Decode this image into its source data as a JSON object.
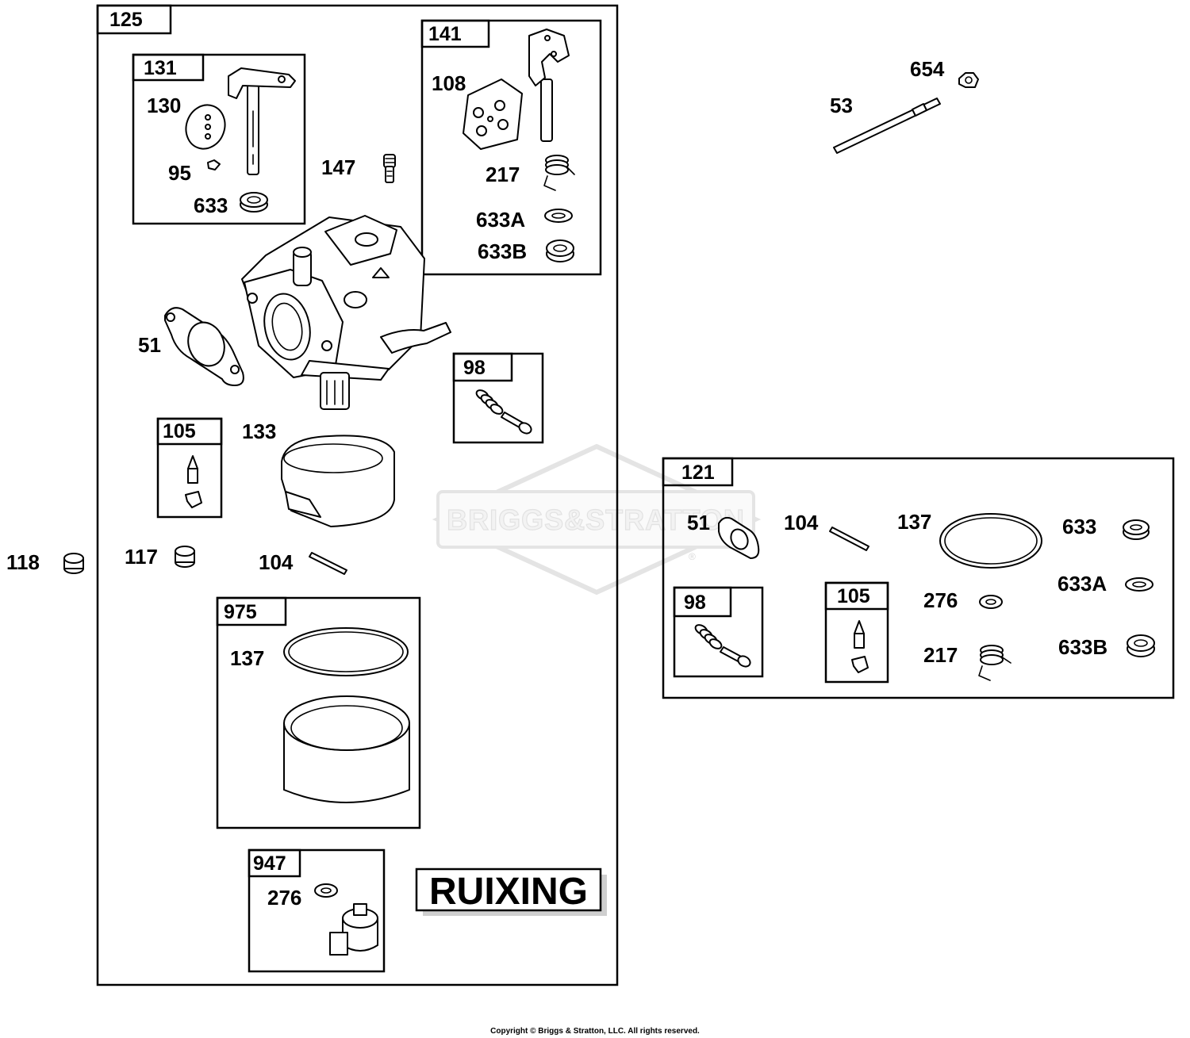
{
  "watermark": {
    "text": "BRIGGS&STRATTON",
    "mark": "®"
  },
  "brand_stamp": "RUIXING",
  "copyright": "Copyright © Briggs & Stratton, LLC. All rights reserved.",
  "main_group": {
    "kit": "125",
    "subkits": {
      "k131": {
        "kit": "131",
        "labels": [
          "130",
          "95",
          "633"
        ]
      },
      "k141": {
        "kit": "141",
        "labels": [
          "108",
          "217",
          "633A",
          "633B"
        ]
      },
      "k98": {
        "kit": "98"
      },
      "k105": {
        "kit": "105"
      },
      "k975": {
        "kit": "975",
        "labels": [
          "137"
        ]
      },
      "k947": {
        "kit": "947",
        "labels": [
          "276"
        ]
      }
    },
    "loose_labels": [
      "147",
      "51",
      "133",
      "117",
      "104"
    ]
  },
  "outside_labels": [
    "118",
    "654",
    "53"
  ],
  "overhaul_kit": {
    "kit": "121",
    "labels": [
      "51",
      "104",
      "137",
      "633",
      "633A",
      "276",
      "633B",
      "217"
    ],
    "subkits": {
      "k98": {
        "kit": "98"
      },
      "k105": {
        "kit": "105"
      }
    }
  }
}
